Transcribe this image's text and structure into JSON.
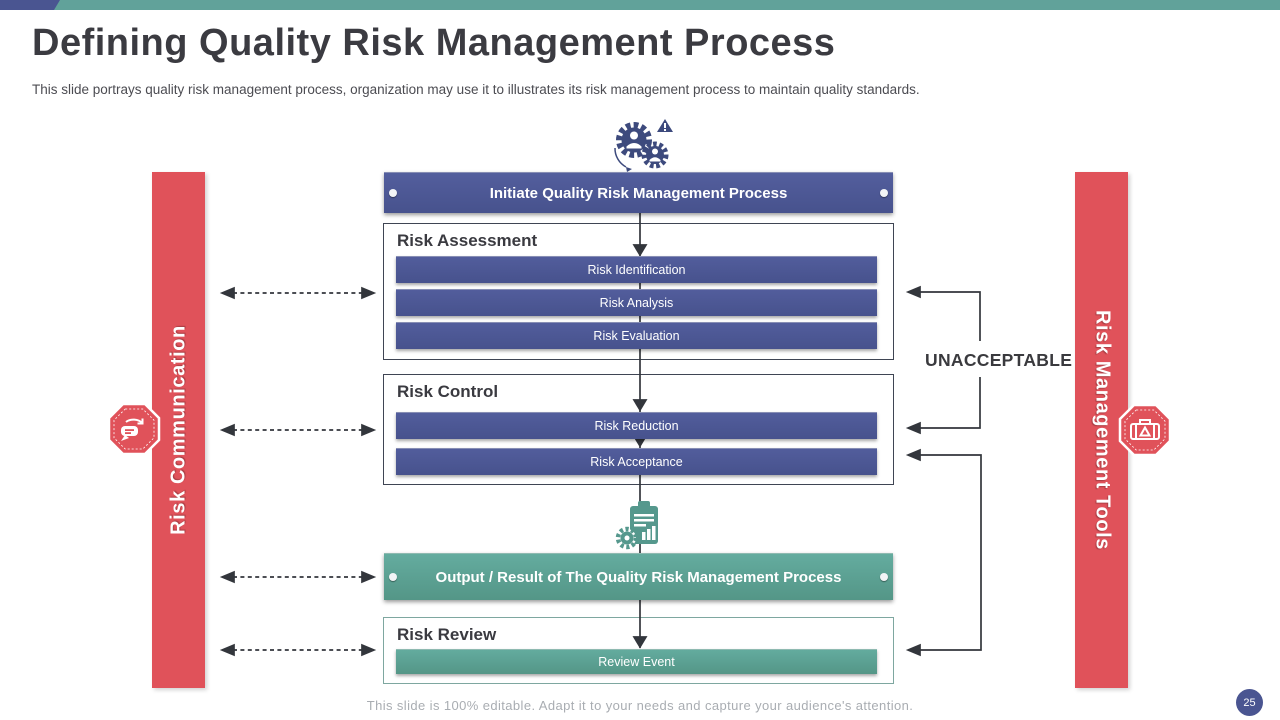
{
  "slide": {
    "title": "Defining Quality Risk Management Process",
    "subtitle": "This slide portrays quality risk management process, organization may use it to illustrates its risk management process to maintain quality standards.",
    "footer": "This slide is 100% editable. Adapt it to your needs and capture your audience's attention.",
    "page_number": "25"
  },
  "banners": {
    "left": {
      "label": "Risk Communication",
      "icon": "stop-sign-chat-sync-icon"
    },
    "right": {
      "label": "Risk Management Tools",
      "icon": "stop-sign-toolbox-icon"
    }
  },
  "flow": {
    "initiate_label": "Initiate Quality Risk Management Process",
    "assessment": {
      "title": "Risk Assessment",
      "steps": [
        "Risk Identification",
        "Risk Analysis",
        "Risk Evaluation"
      ]
    },
    "control": {
      "title": "Risk Control",
      "steps": [
        "Risk Reduction",
        "Risk Acceptance"
      ]
    },
    "output_label": "Output / Result of The Quality Risk Management Process",
    "review": {
      "title": "Risk Review",
      "steps": [
        "Review Event"
      ]
    },
    "unacceptable_label": "UNACCEPTABLE"
  },
  "icons": {
    "top": "gears-team-warning-icon",
    "middle": "clipboard-gear-chart-icon"
  },
  "colors": {
    "indigo": "#4a5591",
    "teal": "#5aa195",
    "red": "#e0525a",
    "connector": "#33363c",
    "title_text": "#3b3b41"
  }
}
